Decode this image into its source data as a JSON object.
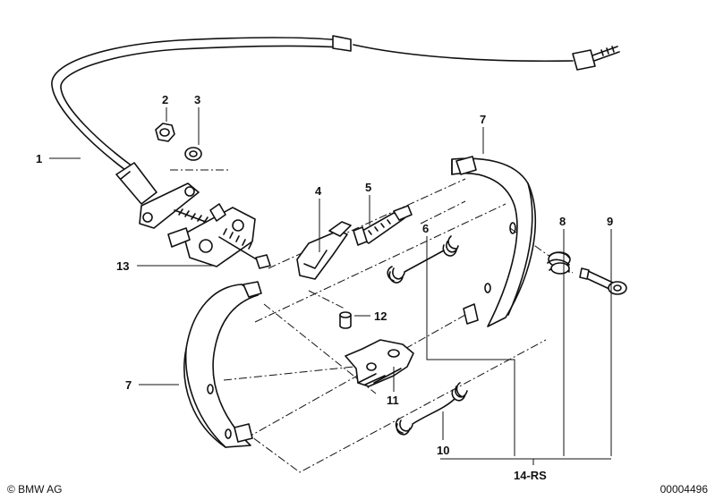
{
  "diagram": {
    "callouts": {
      "c1": "1",
      "c2": "2",
      "c3": "3",
      "c4": "4",
      "c5": "5",
      "c6": "6",
      "c7a": "7",
      "c7b": "7",
      "c8": "8",
      "c9": "9",
      "c10": "10",
      "c11": "11",
      "c12": "12",
      "c13": "13",
      "c14": "14-RS"
    }
  },
  "footer": {
    "copyright": "© BMW AG",
    "diagram_id": "00004496"
  }
}
